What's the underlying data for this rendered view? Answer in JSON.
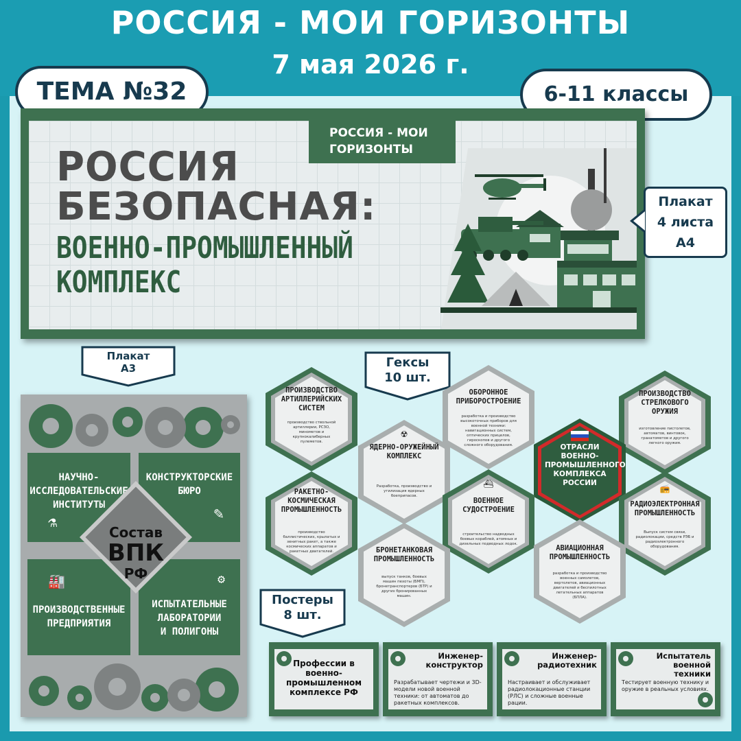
{
  "header": {
    "title": "РОССИЯ - МОИ ГОРИЗОНТЫ",
    "date": "7 мая 2026 г."
  },
  "theme_label": "ТЕМА №32",
  "classes_label": "6-11 классы",
  "banner": {
    "tab": [
      "РОССИЯ - МОИ",
      "ГОРИЗОНТЫ"
    ],
    "title_line1": "РОССИЯ",
    "title_line2": "БЕЗОПАСНАЯ:",
    "subtitle_line1": "ВОЕННО-ПРОМЫШЛЕННЫЙ",
    "subtitle_line2": "КОМПЛЕКС"
  },
  "callouts": {
    "a4": [
      "Плакат",
      "4 листа",
      "А4"
    ],
    "a3": [
      "Плакат",
      "А3"
    ],
    "hexes": [
      "Гексы",
      "10 шт."
    ],
    "posters": [
      "Постеры",
      "8 шт."
    ]
  },
  "a3_poster": {
    "quad1": [
      "НАУЧНО-",
      "ИССЛЕДОВАТЕЛЬСКИЕ",
      "ИНСТИТУТЫ"
    ],
    "quad2": [
      "КОНСТРУКТОРСКИЕ",
      "БЮРО"
    ],
    "quad3": [
      "ПРОИЗВОДСТВЕННЫЕ",
      "ПРЕДПРИЯТИЯ"
    ],
    "quad4": [
      "ИСПЫТАТЕЛЬНЫЕ",
      "ЛАБОРАТОРИИ",
      "И ПОЛИГОНЫ"
    ],
    "center": [
      "Состав",
      "ВПК",
      "РФ"
    ]
  },
  "hexes": [
    {
      "title": "ПРОИЗВОДСТВО АРТИЛЛЕРИЙСКИХ СИСТЕМ",
      "desc": "производство ствольной артиллерии, РСЗО, минометов и крупнокалиберных пулеметов."
    },
    {
      "title": "ОБОРОННОЕ ПРИБОРОСТРОЕНИЕ",
      "desc": "разработка и производство высокоточных приборов для военной техники: навигационных систем, оптических прицелов, гироскопов и другого сложного оборудования."
    },
    {
      "title": "ПРОИЗВОДСТВО СТРЕЛКОВОГО ОРУЖИЯ",
      "desc": "изготовление пистолетов, автоматов, винтовок, гранатометов и другого легкого оружия."
    },
    {
      "title": "ЯДЕРНО-ОРУЖЕЙНЫЙ КОМПЛЕКС",
      "desc": "Разработка, производство и утилизация ядерных боеприпасов."
    },
    {
      "title": "ОТРАСЛИ ВОЕННО-ПРОМЫШЛЕННОГО КОМПЛЕКСА РОССИИ",
      "desc": ""
    },
    {
      "title": "РАКЕТНО-КОСМИЧЕСКАЯ ПРОМЫШЛЕННОСТЬ",
      "desc": "производство баллистических, крылатых и зенитных ракет, а также космических аппаратов и ракетных двигателей."
    },
    {
      "title": "ВОЕННОЕ СУДОСТРОЕНИЕ",
      "desc": "строительство надводных боевых кораблей, атомных и дизельных подводных лодок."
    },
    {
      "title": "РАДИОЭЛЕКТРОННАЯ ПРОМЫШЛЕННОСТЬ",
      "desc": "Выпуск систем связи, радиолокации, средств РЭБ и радиоэлектронного оборудования."
    },
    {
      "title": "БРОНЕТАНКОВАЯ ПРОМЫШЛЕННОСТЬ",
      "desc": "выпуск танков, боевых машин пехоты (БМП), бронетранспортеров (БТР) и других бронированных машин."
    },
    {
      "title": "АВИАЦИОННАЯ ПРОМЫШЛЕННОСТЬ",
      "desc": "разработка и производство военных самолетов, вертолетов, авиационных двигателей и беспилотных летательных аппаратов (БПЛА)."
    }
  ],
  "posters": [
    {
      "title": "Профессии в военно-промышленном комплексе РФ",
      "desc": ""
    },
    {
      "title": "Инженер-конструктор",
      "desc": "Разрабатывает чертежи и 3D-модели новой военной техники: от автоматов до ракетных комплексов."
    },
    {
      "title": "Инженер-радиотехник",
      "desc": "Настраивает и обслуживает радиолокационные станции (РЛС) и сложные военные рации."
    },
    {
      "title": "Испытатель военной техники",
      "desc": "Тестирует военную технику и оружие в реальных условиях."
    }
  ],
  "colors": {
    "header_teal": "#1b9db2",
    "background_light": "#d7f3f6",
    "military_green": "#3e7150",
    "navy_outline": "#173a4e",
    "grey_panel": "#a8acad",
    "center_hex_red": "#d22a2a"
  }
}
